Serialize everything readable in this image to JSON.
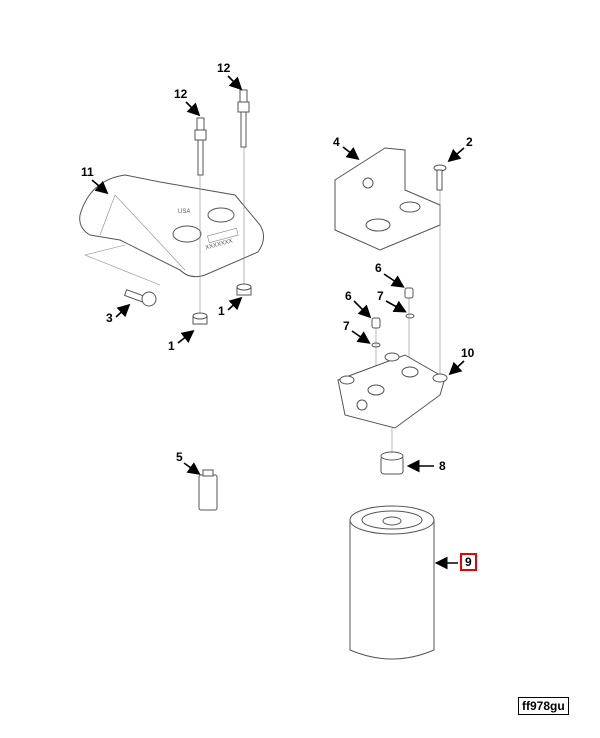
{
  "diagram": {
    "callouts": [
      "12",
      "12",
      "11",
      "3",
      "1",
      "1",
      "4",
      "2",
      "6",
      "6",
      "7",
      "7",
      "10",
      "5",
      "8",
      "9"
    ],
    "highlighted_callout": "9",
    "figure_id": "ff978gu",
    "plate_marking": "USA",
    "plate_serial": "XXXXXXX",
    "highlight_color": "#e00000"
  }
}
